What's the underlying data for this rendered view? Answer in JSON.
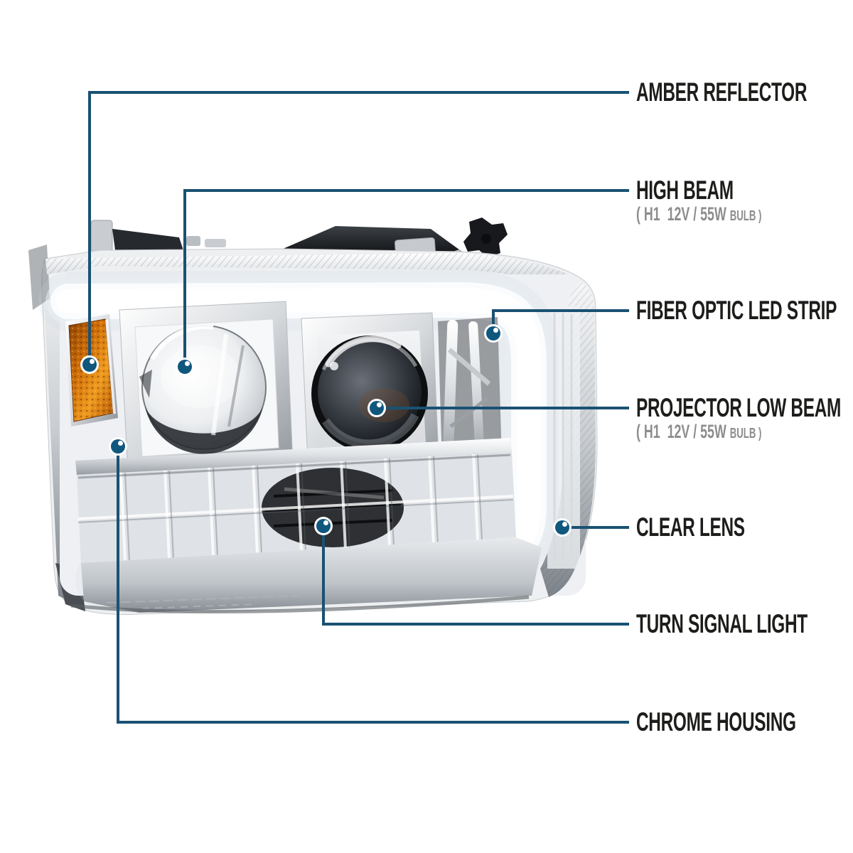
{
  "colors": {
    "background": "#ffffff",
    "callout_line": "#1a5173",
    "callout_dot": "#10577e",
    "label_text": "#1d1d1b",
    "label_sub_text": "#8d8d8d",
    "amber_reflector": "#e07b08"
  },
  "callouts": [
    {
      "id": "amber-reflector",
      "label": "AMBER REFLECTOR"
    },
    {
      "id": "high-beam",
      "label": "HIGH BEAM",
      "sub_spec": "( H1  12V / 55W ",
      "sub_small": "BULB )"
    },
    {
      "id": "fiber-optic-led-strip",
      "label": "FIBER OPTIC LED STRIP"
    },
    {
      "id": "projector-low-beam",
      "label": "PROJECTOR LOW BEAM",
      "sub_spec": "( H1  12V / 55W ",
      "sub_small": "BULB )"
    },
    {
      "id": "clear-lens",
      "label": "CLEAR LENS"
    },
    {
      "id": "turn-signal-light",
      "label": "TURN SIGNAL LIGHT"
    },
    {
      "id": "chrome-housing",
      "label": "CHROME HOUSING"
    }
  ]
}
